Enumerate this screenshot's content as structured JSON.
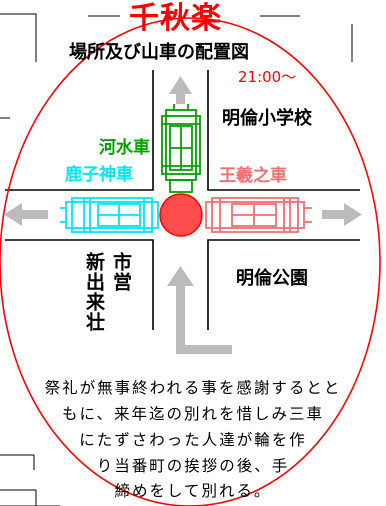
{
  "title": "千秋楽",
  "subtitle": "場所及び山車の配置図",
  "time": "21:00～",
  "landmarks": {
    "school": "明倫小学校",
    "park": "明倫公園",
    "market_col_right": "市営",
    "market_col_left": "新出来壮"
  },
  "floats": {
    "north": "河水車",
    "west": "鹿子神車",
    "east": "王羲之車"
  },
  "description_lines": [
    "祭礼が無事終われる事を感謝するとと",
    "もに、来年迄の別れを惜しみ三車",
    "にたずさわった人達が輪を作",
    "り当番町の挨拶の後、手",
    "締めをして別れる。"
  ],
  "colors": {
    "title": "#ff0000",
    "time": "#ff0000",
    "north_float": "#00a000",
    "west_float": "#00e5ff",
    "east_float": "#f07070",
    "circle_fill": "#ff4d4d",
    "ellipse": "#ff0000",
    "arrow": "#bbbbbb"
  }
}
